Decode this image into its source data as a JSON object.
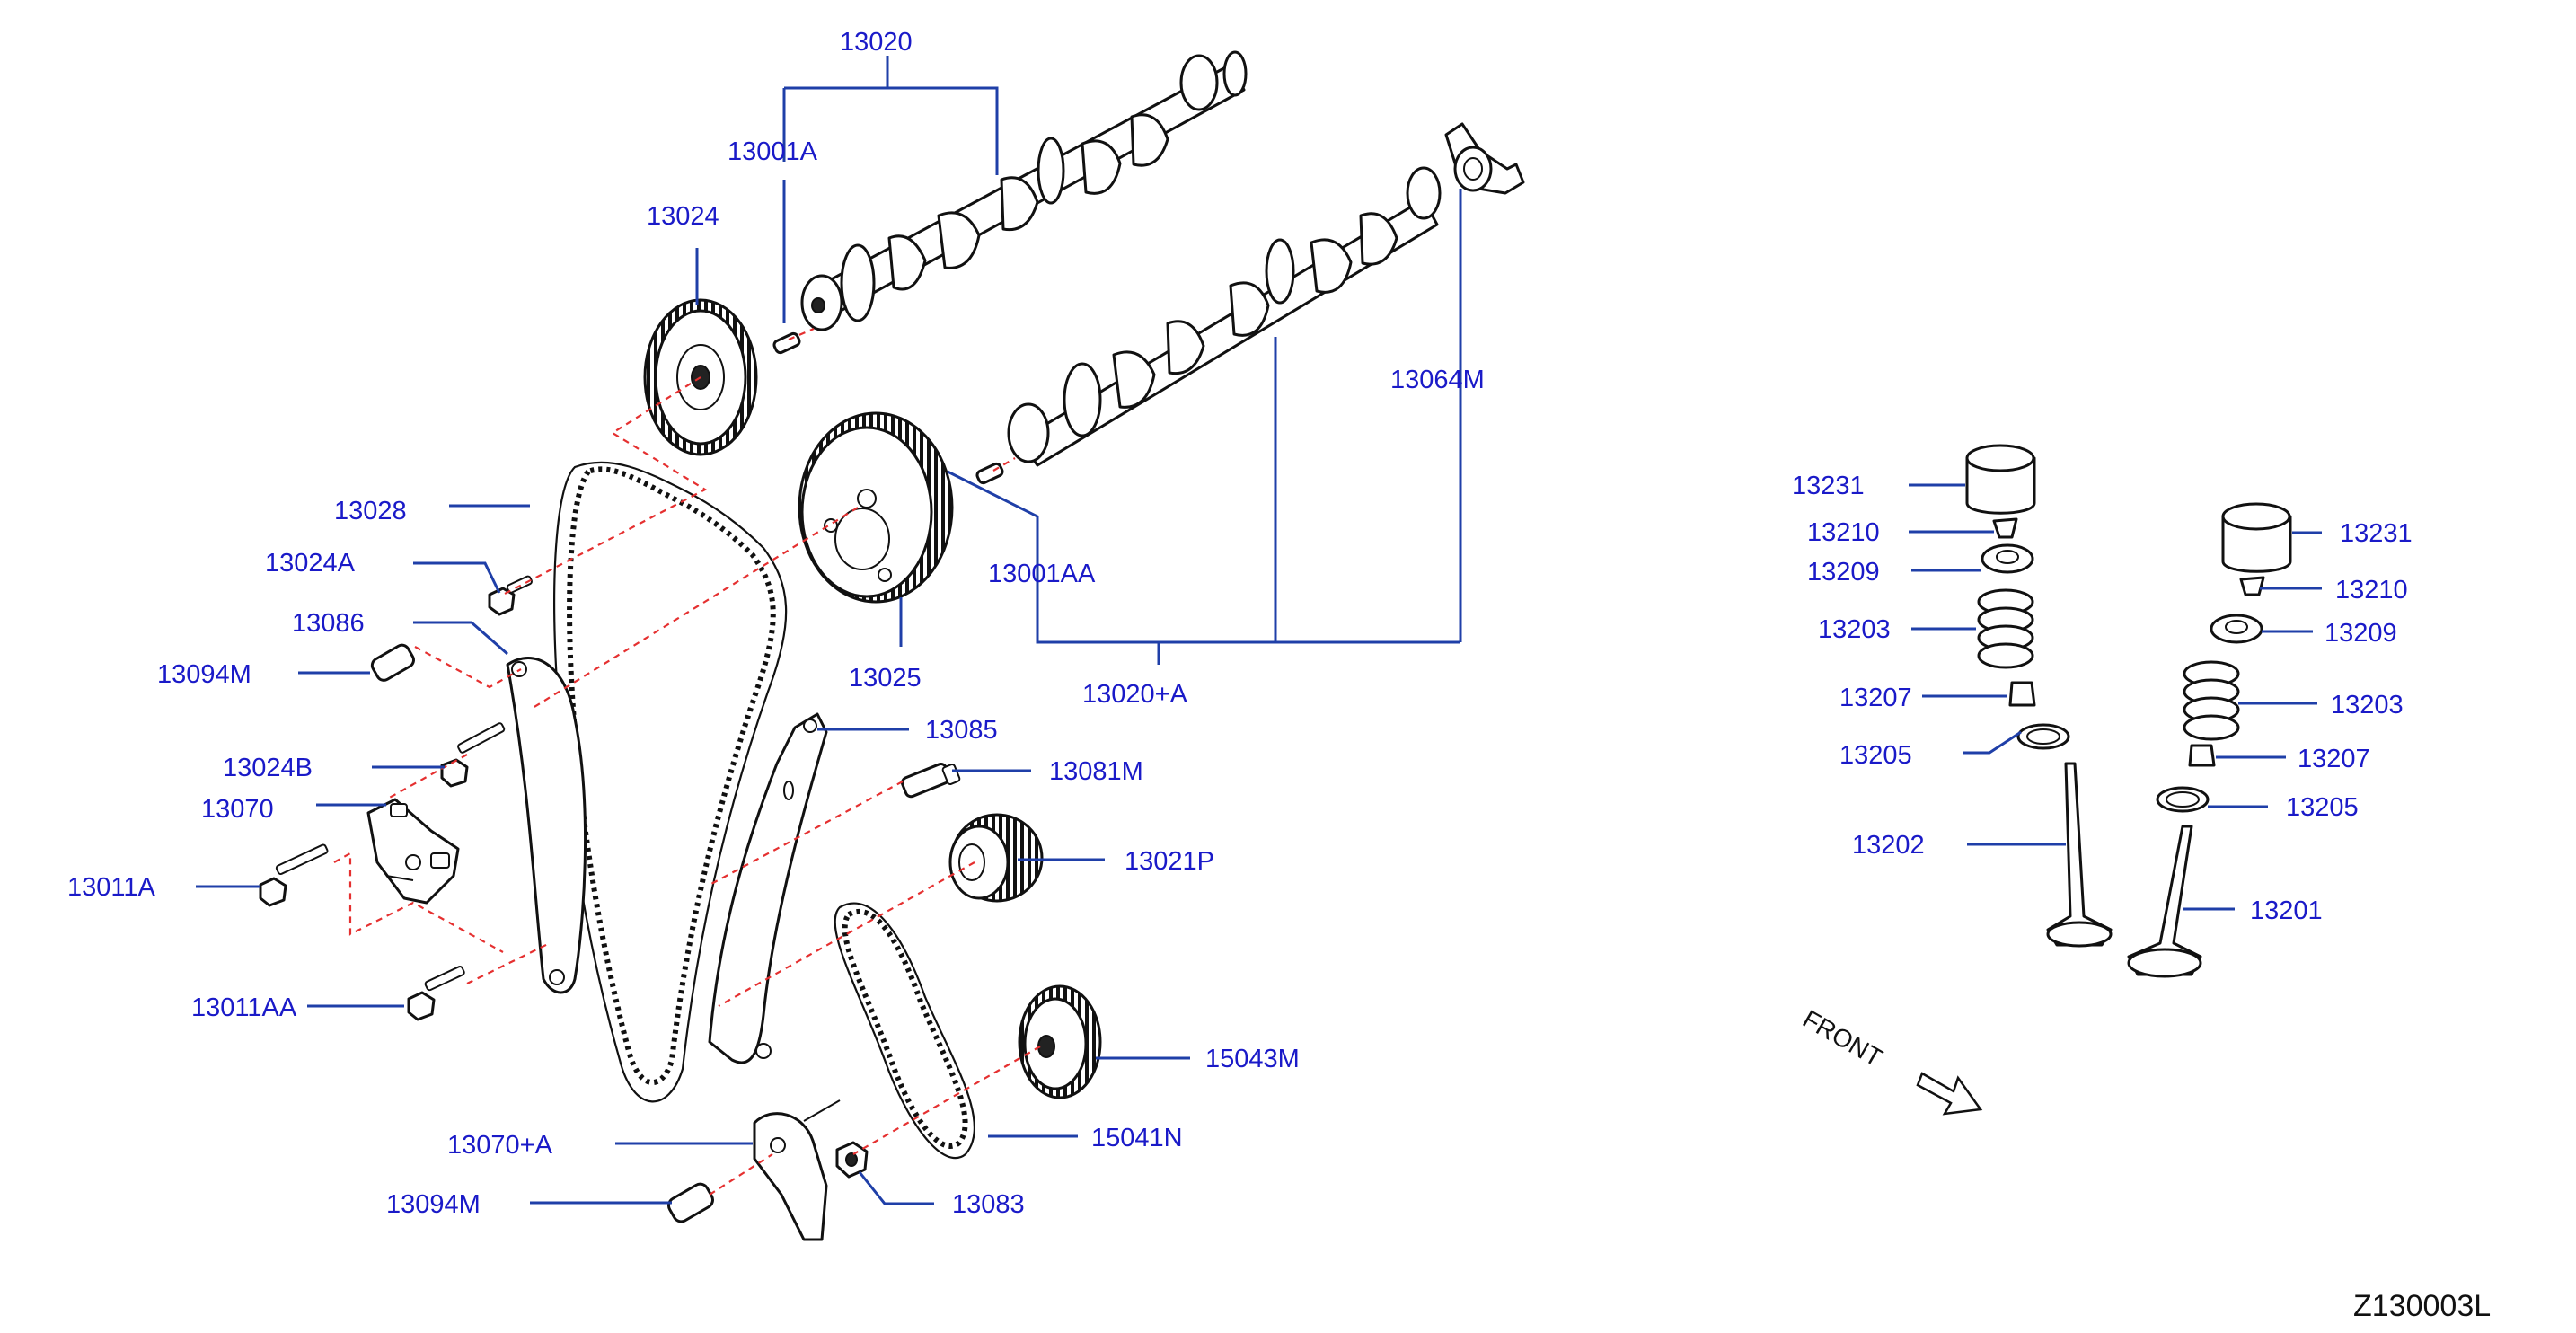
{
  "diagram_code": "Z130003L",
  "front_label": "FRONT",
  "part_numbers": {
    "p13020": "13020",
    "p13001A": "13001A",
    "p13024": "13024",
    "p13064M": "13064M",
    "p13028": "13028",
    "p13024A": "13024A",
    "p13086": "13086",
    "p13094M_top": "13094M",
    "p13024B": "13024B",
    "p13070": "13070",
    "p13011A": "13011A",
    "p13011AA": "13011AA",
    "p13070A": "13070+A",
    "p13094M_bottom": "13094M",
    "p13001AA": "13001AA",
    "p13025": "13025",
    "p13020A": "13020+A",
    "p13085": "13085",
    "p13081M": "13081M",
    "p13021P": "13021P",
    "p15043M": "15043M",
    "p15041N": "15041N",
    "p13083": "13083",
    "p13231_left": "13231",
    "p13210_left": "13210",
    "p13209_left": "13209",
    "p13203_left": "13203",
    "p13207_left": "13207",
    "p13205_left": "13205",
    "p13202": "13202",
    "p13231_right": "13231",
    "p13210_right": "13210",
    "p13209_right": "13209",
    "p13203_right": "13203",
    "p13207_right": "13207",
    "p13205_right": "13205",
    "p13201": "13201"
  },
  "colors": {
    "label": "#1a1ac8",
    "leader": "#1f3fa8",
    "dashed_line": "#e53030",
    "part_stroke": "#111111"
  }
}
